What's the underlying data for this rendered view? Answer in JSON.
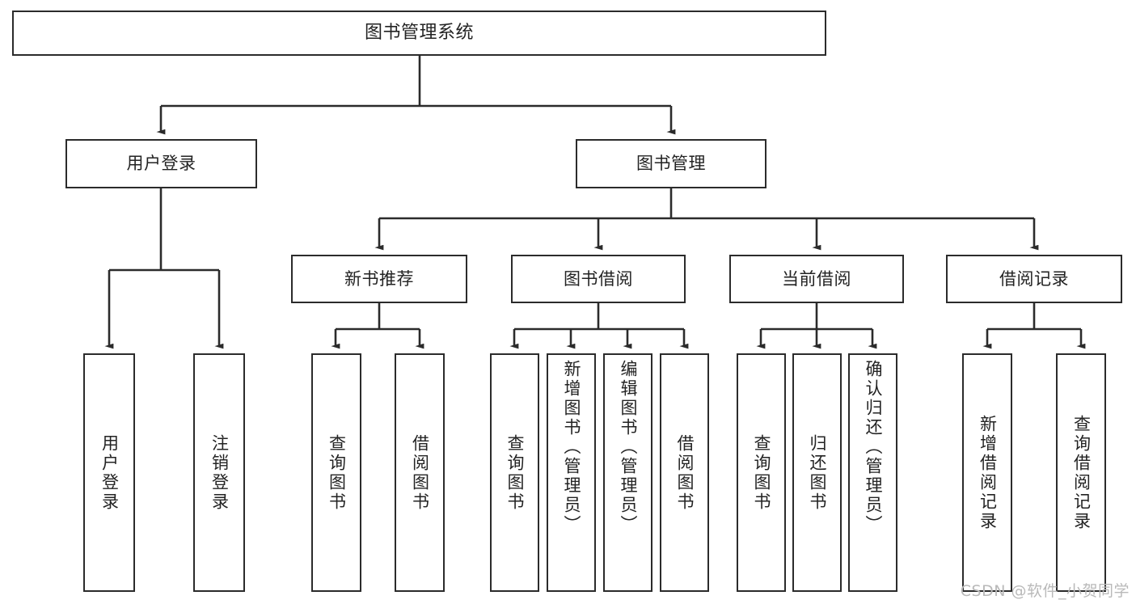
{
  "diagram": {
    "title": "图书管理系统",
    "watermark": "CSDN @软件_小贺同学",
    "line_color": "#2b2b2b",
    "box_fill": "#ffffff",
    "text_color": "#232323",
    "watermark_color": "#b9b9b9",
    "levels": {
      "level1": [
        "图书管理系统"
      ],
      "level2": [
        "用户登录",
        "图书管理"
      ],
      "level3": [
        "新书推荐",
        "图书借阅",
        "当前借阅",
        "借阅记录"
      ]
    },
    "nodes": {
      "root": "图书管理系统",
      "user_login": "用户登录",
      "book_mgmt": "图书管理",
      "new_book_rec": "新书推荐",
      "book_borrow": "图书借阅",
      "current_borrow": "当前借阅",
      "borrow_record": "借阅记录",
      "leaf_user_login": "用户登录",
      "leaf_logout": "注销登录",
      "leaf_query_book_1": "查询图书",
      "leaf_borrow_book_1": "借阅图书",
      "leaf_query_book_2": "查询图书",
      "leaf_add_book_admin": "新增图书（管理员）",
      "leaf_edit_book_admin": "编辑图书（管理员）",
      "leaf_borrow_book_2": "借阅图书",
      "leaf_query_book_3": "查询图书",
      "leaf_return_book": "归还图书",
      "leaf_confirm_return_admin": "确认归还（管理员）",
      "leaf_add_borrow_record": "新增借阅记录",
      "leaf_query_borrow_record": "查询借阅记录"
    }
  }
}
